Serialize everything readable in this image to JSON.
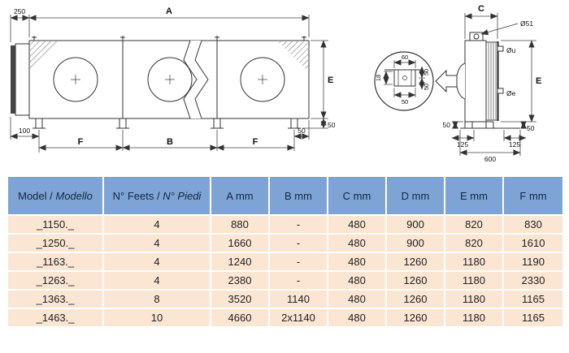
{
  "drawing": {
    "front": {
      "dim_250": "250",
      "dim_a": "A",
      "dim_e": "E",
      "dim_50_height": "50",
      "dim_100": "100",
      "dim_f_left": "F",
      "dim_b": "B",
      "dim_f_right": "F",
      "dim_50_offset": "50"
    },
    "side": {
      "dim_c": "C",
      "dim_o51": "Ø51",
      "dim_ou": "Øu",
      "dim_oe": "Øe",
      "dim_e": "E",
      "dim_50_left": "50",
      "dim_125_left": "125",
      "dim_600": "600",
      "dim_125_right": "125",
      "dim_50_right": "50"
    },
    "detail": {
      "dim_60": "60",
      "dim_18": "18",
      "dim_50_bottom": "50",
      "dim_50_upper": "50",
      "dim_50_lower": "50"
    }
  },
  "table": {
    "headers": [
      {
        "text": "Model / ",
        "italic": "Modello"
      },
      {
        "text": "N° Feets / ",
        "italic": "N° Piedi"
      },
      {
        "text": "A mm",
        "italic": ""
      },
      {
        "text": "B mm",
        "italic": ""
      },
      {
        "text": "C mm",
        "italic": ""
      },
      {
        "text": "D mm",
        "italic": ""
      },
      {
        "text": "E mm",
        "italic": ""
      },
      {
        "text": "F mm",
        "italic": ""
      }
    ],
    "rows": [
      [
        "_1150._",
        "4",
        "880",
        "-",
        "480",
        "900",
        "820",
        "830"
      ],
      [
        "_1250._",
        "4",
        "1660",
        "-",
        "480",
        "900",
        "820",
        "1610"
      ],
      [
        "_1163._",
        "4",
        "1240",
        "-",
        "480",
        "1260",
        "1180",
        "1190"
      ],
      [
        "_1263._",
        "4",
        "2380",
        "-",
        "480",
        "1260",
        "1180",
        "2330"
      ],
      [
        "_1363._",
        "8",
        "3520",
        "1140",
        "480",
        "1260",
        "1180",
        "1165"
      ],
      [
        "_1463._",
        "10",
        "4660",
        "2x1140",
        "480",
        "1260",
        "1180",
        "1165"
      ]
    ]
  },
  "colors": {
    "header_bg": "#7da4d5",
    "header_text": "#17263f",
    "row_bg": "#fbe5d3",
    "cell_text": "#222222",
    "line": "#333333"
  }
}
